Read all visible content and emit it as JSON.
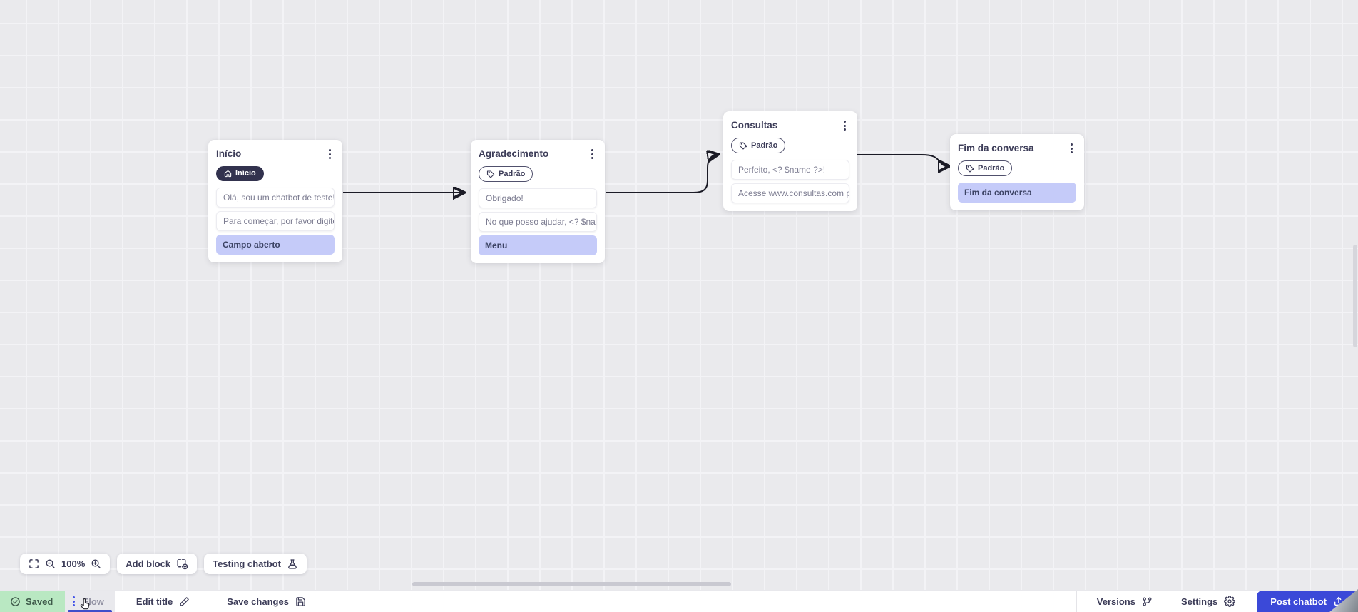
{
  "canvas": {
    "nodes": [
      {
        "title": "Início",
        "badge": "Início",
        "badge_type": "start",
        "messages": [
          "Olá, sou um chatbot de teste!",
          "Para começar, por favor digite o ..."
        ],
        "output": "Campo aberto"
      },
      {
        "title": "Agradecimento",
        "badge": "Padrão",
        "badge_type": "default",
        "messages": [
          "Obrigado!",
          "No que posso ajudar, <? $name ..."
        ],
        "output": "Menu"
      },
      {
        "title": "Consultas",
        "badge": "Padrão",
        "badge_type": "default",
        "messages": [
          "Perfeito, <? $name ?>!",
          "Acesse www.consultas.com par..."
        ]
      },
      {
        "title": "Fim da conversa",
        "badge": "Padrão",
        "badge_type": "default",
        "output": "Fim da conversa"
      }
    ]
  },
  "toolbar": {
    "zoom_level": "100%",
    "add_block_label": "Add block",
    "testing_label": "Testing chatbot"
  },
  "statusbar": {
    "saved_label": "Saved",
    "flow_tab_label": "Flow",
    "edit_title_label": "Edit title",
    "save_changes_label": "Save changes",
    "versions_label": "Versions",
    "settings_label": "Settings",
    "post_chatbot_label": "Post chatbot"
  },
  "icons": {
    "home-icon": "house glyph in start badge",
    "tag-icon": "label tag in Padrão badge",
    "kebab-icon": "vertical three dots node menu",
    "fullscreen-icon": "corner brackets",
    "zoom-out-icon": "magnifier with minus",
    "zoom-in-icon": "magnifier with plus",
    "add-block-icon": "dashed square with plus",
    "flask-icon": "test flask",
    "check-circle-icon": "circled checkmark",
    "pencil-icon": "edit pencil",
    "save-icon": "floppy disk",
    "branch-icon": "version branch",
    "gear-icon": "settings gear",
    "upload-icon": "tray with up arrow"
  },
  "colors": {
    "accent_blue": "#3b49d8",
    "saved_green": "#b9e8c2",
    "output_lavender": "#c5cbf9",
    "badge_dark": "#32324e",
    "connector": "#1b1b26",
    "canvas_bg": "#eaeaed"
  }
}
